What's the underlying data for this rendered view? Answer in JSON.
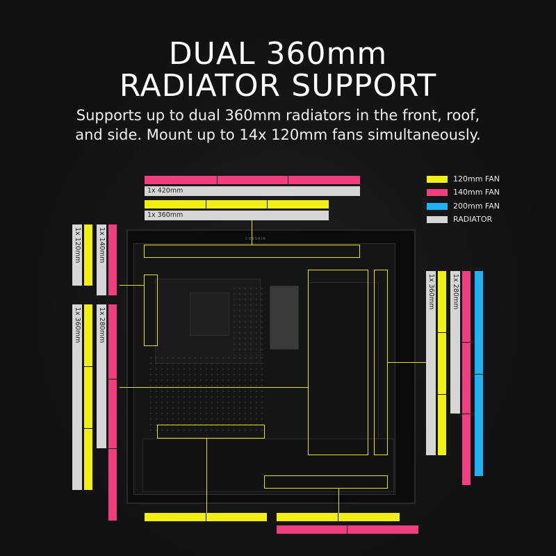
{
  "heading": {
    "line1": "DUAL 360mm",
    "line2": "RADIATOR SUPPORT"
  },
  "subheading": {
    "line1": "Supports up to dual 360mm radiators in the front, roof,",
    "line2": "and side. Mount up to 14x 120mm fans simultaneously."
  },
  "legend": [
    {
      "label": "120mm FAN",
      "color": "#f0f015"
    },
    {
      "label": "140mm FAN",
      "color": "#ef3f7f"
    },
    {
      "label": "200mm FAN",
      "color": "#1db3f2"
    },
    {
      "label": "RADIATOR",
      "color": "#d6d6d6"
    }
  ],
  "top_labels": {
    "rad420": "1x 420mm",
    "rad360": "1x 360mm"
  },
  "left_labels": {
    "top_120": "1x 120mm",
    "top_140": "1x 140mm",
    "low_360": "1x 360mm",
    "low_280": "1x 280mm"
  },
  "right_labels": {
    "rad360": "1x 360mm",
    "rad280": "1x 280mm"
  },
  "case": {
    "brand": "CORSAIR"
  }
}
